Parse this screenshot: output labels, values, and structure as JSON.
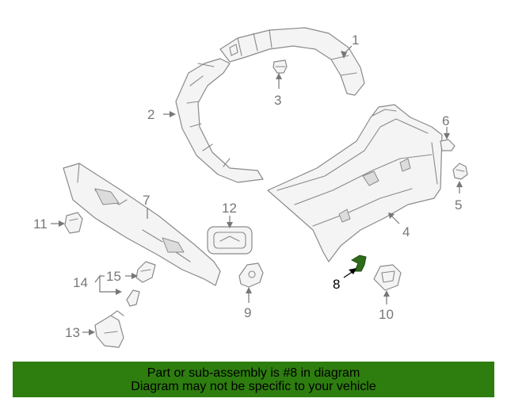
{
  "callouts": {
    "c1": "1",
    "c2": "2",
    "c3": "3",
    "c4": "4",
    "c5": "5",
    "c6": "6",
    "c7": "7",
    "c8": "8",
    "c9": "9",
    "c10": "10",
    "c11": "11",
    "c12": "12",
    "c13": "13",
    "c14": "14",
    "c15": "15"
  },
  "highlighted_part": "8",
  "banner": {
    "line1": "Part or sub-assembly is #8 in diagram",
    "line2": "Diagram may not be specific to your vehicle",
    "color": "#2e7d0f"
  },
  "highlight_color": "#2e6b1a"
}
